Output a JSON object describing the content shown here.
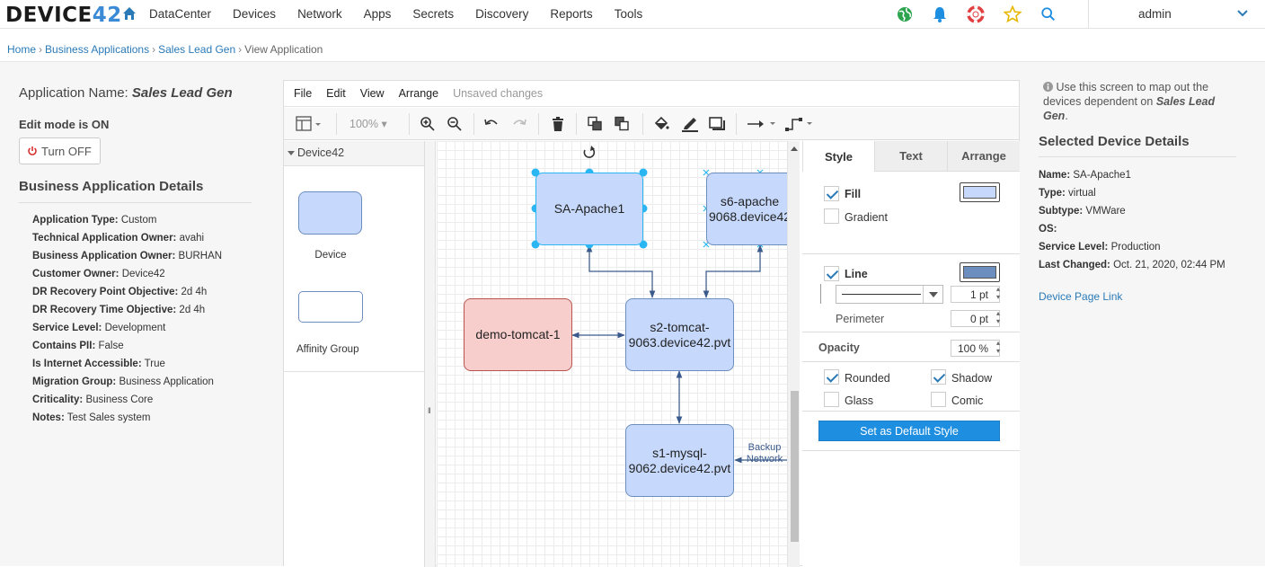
{
  "brand": {
    "logo_text": "DEVICE",
    "logo_num": "42"
  },
  "nav": {
    "items": [
      "DataCenter",
      "Devices",
      "Network",
      "Apps",
      "Secrets",
      "Discovery",
      "Reports",
      "Tools"
    ],
    "user": "admin"
  },
  "breadcrumb": {
    "home": "Home",
    "business_apps": "Business Applications",
    "app": "Sales Lead Gen",
    "current": "View Application"
  },
  "left": {
    "app_name_label": "Application Name:",
    "app_name": "Sales Lead Gen",
    "edit_mode": "Edit mode is ON",
    "turn_off": "Turn OFF",
    "details_title": "Business Application Details",
    "details": [
      {
        "k": "Application Type:",
        "v": "Custom"
      },
      {
        "k": "Technical Application Owner:",
        "v": "avahi"
      },
      {
        "k": "Business Application Owner:",
        "v": "BURHAN"
      },
      {
        "k": "Customer Owner:",
        "v": "Device42"
      },
      {
        "k": "DR Recovery Point Objective:",
        "v": "2d 4h"
      },
      {
        "k": "DR Recovery Time Objective:",
        "v": "2d 4h"
      },
      {
        "k": "Service Level:",
        "v": "Development"
      },
      {
        "k": "Contains PII:",
        "v": "False"
      },
      {
        "k": "Is Internet Accessible:",
        "v": "True"
      },
      {
        "k": "Migration Group:",
        "v": "Business Application"
      },
      {
        "k": "Criticality:",
        "v": "Business Core"
      },
      {
        "k": "Notes:",
        "v": "Test Sales system"
      }
    ]
  },
  "editor": {
    "menu": [
      "File",
      "Edit",
      "View",
      "Arrange"
    ],
    "unsaved": "Unsaved changes",
    "zoom": "100%",
    "palette_title": "Device42",
    "palette_device": "Device",
    "palette_affinity": "Affinity Group",
    "nodes": {
      "apache": "SA-Apache1",
      "s6_line1": "s6-apache",
      "s6_line2": "9068.device42",
      "tomcat_demo": "demo-tomcat-1",
      "s2_line1": "s2-tomcat-",
      "s2_line2": "9063.device42.pvt",
      "s1_line1": "s1-mysql-",
      "s1_line2": "9062.device42.pvt"
    },
    "backup_line1": "Backup",
    "backup_line2": "Network",
    "format": {
      "tabs": [
        "Style",
        "Text",
        "Arrange"
      ],
      "fill": "Fill",
      "gradient": "Gradient",
      "line": "Line",
      "line_width": "1 pt",
      "perimeter": "Perimeter",
      "perimeter_val": "0 pt",
      "opacity": "Opacity",
      "opacity_val": "100 %",
      "rounded": "Rounded",
      "shadow": "Shadow",
      "glass": "Glass",
      "comic": "Comic",
      "default_btn": "Set as Default Style",
      "fill_color": "#c6d9fd",
      "line_color": "#6c8ebf"
    }
  },
  "right": {
    "info_prefix": "Use this screen to map out the devices dependent on",
    "info_app": "Sales Lead Gen",
    "sel_title": "Selected Device Details",
    "fields": [
      {
        "k": "Name:",
        "v": "SA-Apache1"
      },
      {
        "k": "Type:",
        "v": "virtual"
      },
      {
        "k": "Subtype:",
        "v": "VMWare"
      },
      {
        "k": "OS:",
        "v": ""
      },
      {
        "k": "Service Level:",
        "v": "Production"
      },
      {
        "k": "Last Changed:",
        "v": "Oct. 21, 2020, 02:44 PM"
      }
    ],
    "device_link": "Device Page Link"
  }
}
